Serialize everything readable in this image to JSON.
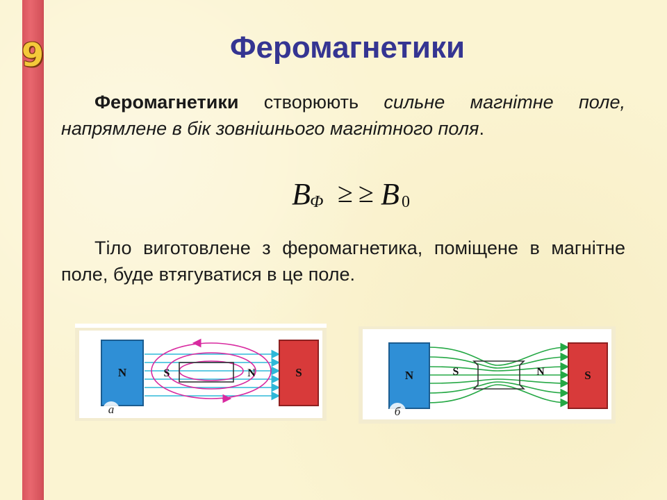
{
  "grade_badge": "9",
  "title": "Феромагнетики",
  "paragraph1": {
    "bold": "Феромагнетики",
    "plain1": " створюють ",
    "italic": "сильне магнітне поле, напрямлене в бік зовнішнього магнітного поля",
    "plain2": "."
  },
  "formula": {
    "lhs": "B",
    "lhs_sub": "Ф",
    "relation": "≥",
    "rhs": "B",
    "rhs_sub": "0"
  },
  "paragraph2": "Тіло виготовлене з феромагнетика, поміщене в магнітне поле, буде втягуватися в це поле.",
  "figures": [
    {
      "caption": "а",
      "left_magnet": "N",
      "right_magnet": "S",
      "body_left_pole": "S",
      "body_right_pole": "N",
      "colors": {
        "north": "#2f8fd6",
        "south": "#d83a3a",
        "field": "#2eb8d8",
        "induced": "#d82aa0"
      }
    },
    {
      "caption": "б",
      "left_magnet": "N",
      "right_magnet": "S",
      "body_left_pole": "S",
      "body_right_pole": "N",
      "colors": {
        "north": "#2f8fd6",
        "south": "#d83a3a",
        "field": "#25a845"
      }
    }
  ]
}
